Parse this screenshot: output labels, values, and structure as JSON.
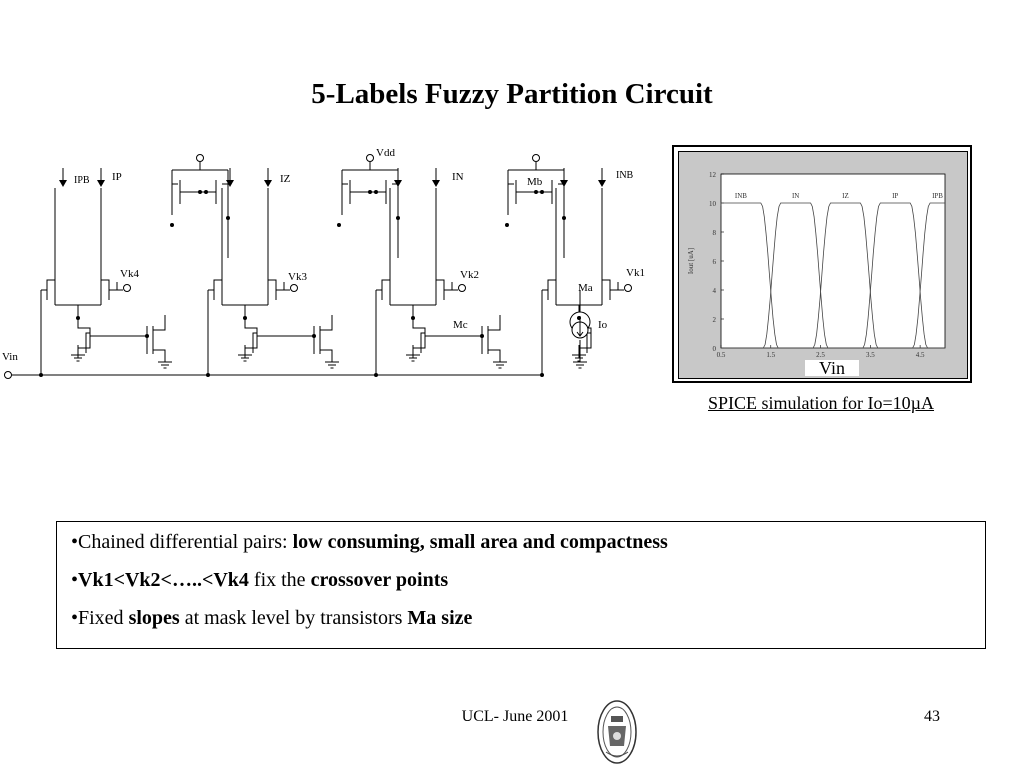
{
  "slide": {
    "title": "5-Labels Fuzzy Partition Circuit"
  },
  "circuit": {
    "labels": {
      "vdd": "Vdd",
      "ipb": "IPB",
      "ip": "IP",
      "iz": "IZ",
      "in": "IN",
      "inb": "INB",
      "vk4": "Vk4",
      "vk3": "Vk3",
      "vk2": "Vk2",
      "vk1": "Vk1",
      "mb": "Mb",
      "ma": "Ma",
      "mc": "Mc",
      "io": "Io",
      "vin": "Vin"
    }
  },
  "chart_data": {
    "type": "line",
    "xlabel": "Vin",
    "ylabel": "Iout [uA]",
    "xlim": [
      0.5,
      5.0
    ],
    "ylim": [
      0,
      12
    ],
    "xticks": [
      "0.5",
      "1.5",
      "2.5",
      "3.5",
      "4.5"
    ],
    "yticks": [
      "0",
      "2",
      "4",
      "6",
      "8",
      "10",
      "12"
    ],
    "series": [
      {
        "name": "INB",
        "plateau_start": 0.5,
        "plateau_end": 1.3,
        "value": 10
      },
      {
        "name": "IN",
        "plateau_start": 1.7,
        "plateau_end": 2.3,
        "value": 10
      },
      {
        "name": "IZ",
        "plateau_start": 2.7,
        "plateau_end": 3.3,
        "value": 10
      },
      {
        "name": "IP",
        "plateau_start": 3.7,
        "plateau_end": 4.3,
        "value": 10
      },
      {
        "name": "IPB",
        "plateau_start": 4.7,
        "plateau_end": 5.0,
        "value": 10
      }
    ],
    "grid": false
  },
  "caption": {
    "text": "SPICE simulation for Io=10µA"
  },
  "bullets": [
    {
      "segments": [
        {
          "t": "•Chained differential pairs: ",
          "b": false
        },
        {
          "t": "low consuming, small area and  compactness",
          "b": true
        }
      ]
    },
    {
      "segments": [
        {
          "t": "•",
          "b": false
        },
        {
          "t": "Vk1<Vk2<…..<Vk4",
          "b": true
        },
        {
          "t": " fix the ",
          "b": false
        },
        {
          "t": "crossover points",
          "b": true
        }
      ]
    },
    {
      "segments": [
        {
          "t": "•Fixed ",
          "b": false
        },
        {
          "t": "slopes",
          "b": true
        },
        {
          "t": " at mask level by transistors ",
          "b": false
        },
        {
          "t": "Ma size",
          "b": true
        }
      ]
    }
  ],
  "footer": {
    "left": "UCL- June 2001",
    "page": "43"
  },
  "icons": {
    "seal": "university-seal-icon"
  }
}
